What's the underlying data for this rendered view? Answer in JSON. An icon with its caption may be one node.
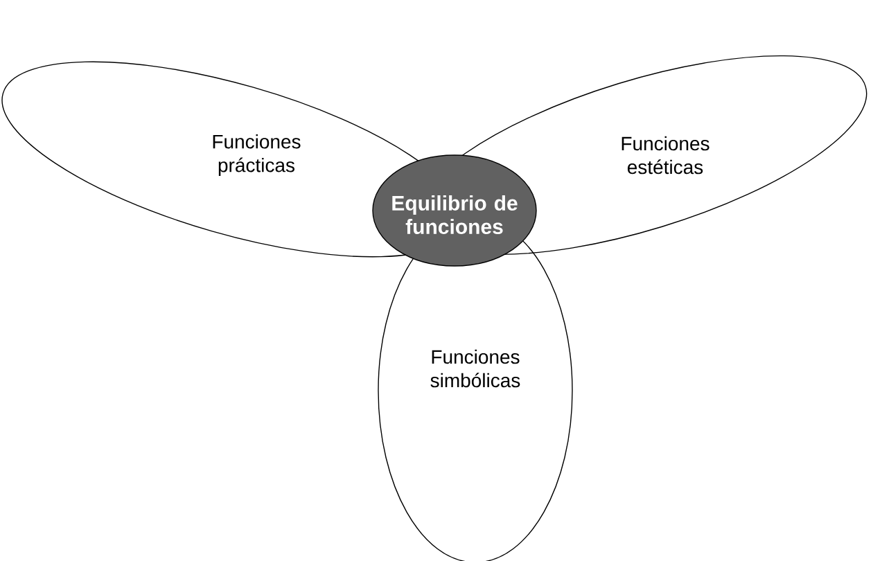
{
  "diagram": {
    "nodes": [
      {
        "text": [
          "Funciones prácticas"
        ]
      },
      {
        "text": [
          "Funciones estéticas"
        ]
      },
      {
        "text": [
          "Funciones simbólicas"
        ]
      },
      {
        "text": [
          "Equilibrio de funciones"
        ]
      }
    ]
  }
}
